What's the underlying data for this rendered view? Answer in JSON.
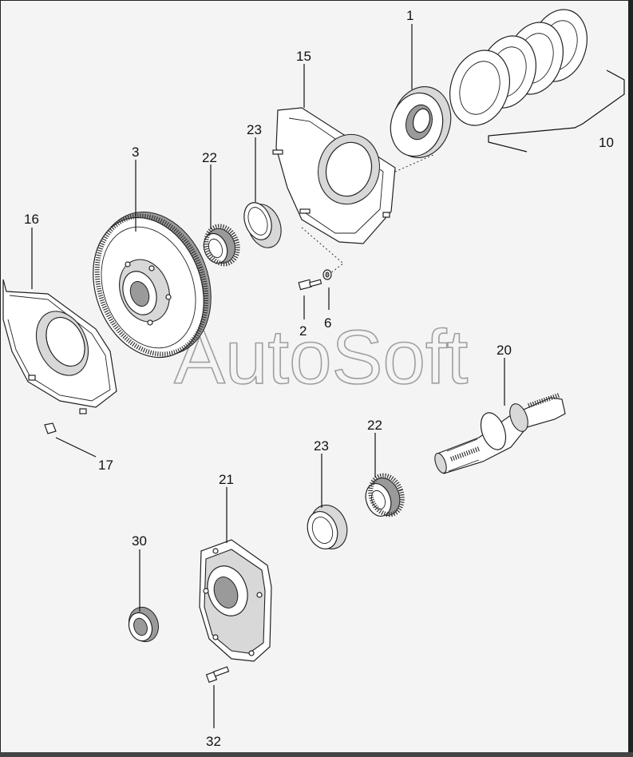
{
  "watermark": "AutoSoft",
  "callouts": {
    "c1": "1",
    "c2": "2",
    "c3": "3",
    "c6": "6",
    "c10": "10",
    "c15": "15",
    "c16": "16",
    "c17": "17",
    "c20": "20",
    "c21": "21",
    "c22a": "22",
    "c22b": "22",
    "c23a": "23",
    "c23b": "23",
    "c30": "30",
    "c32": "32"
  }
}
